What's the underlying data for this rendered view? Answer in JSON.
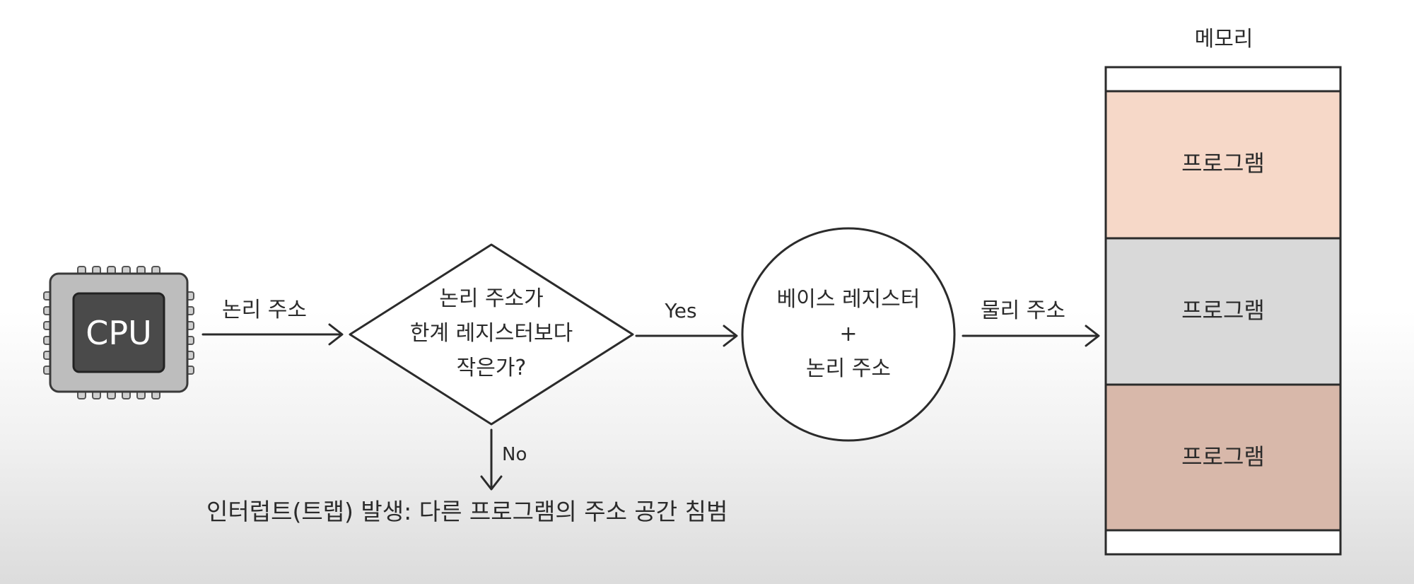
{
  "cpu": {
    "label": "CPU"
  },
  "edges": {
    "cpu_to_check": "논리 주소",
    "yes": "Yes",
    "no": "No",
    "base_to_memory": "물리 주소"
  },
  "decision": {
    "line1": "논리 주소가",
    "line2": "한계 레지스터보다",
    "line3": "작은가?"
  },
  "adder": {
    "line1": "베이스 레지스터",
    "line2": "+",
    "line3": "논리 주소"
  },
  "interrupt": {
    "text": "인터럽트(트랩) 발생: 다른 프로그램의 주소 공간 침범"
  },
  "memory": {
    "title": "메모리",
    "programs": [
      {
        "label": "프로그램",
        "color": "#f6d8c8"
      },
      {
        "label": "프로그램",
        "color": "#d9d9d9"
      },
      {
        "label": "프로그램",
        "color": "#d8b8aa"
      }
    ]
  }
}
